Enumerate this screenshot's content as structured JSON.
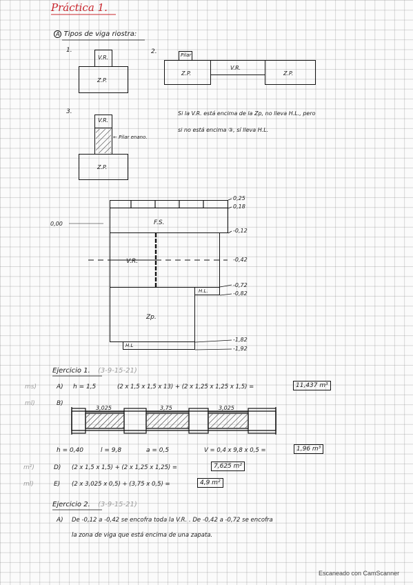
{
  "title": "Práctica 1.",
  "section_a": {
    "heading": "Tipos de viga riostra:",
    "num1": "1.",
    "num2": "2.",
    "num3": "3.",
    "vr": "V.R.",
    "zp": "Z.P.",
    "pilar": "Pilar",
    "pilar_enano": "← Pilar enano.",
    "note_line1": "Si la V.R. está encima de la Zp, no lleva H.L., pero",
    "note_line2": "si no está encima ③, sí lleva H.L."
  },
  "section_diagram": {
    "zero_level": "0,00",
    "fs": "F.S.",
    "vr": "V.R.",
    "hl": "H.L.",
    "zp": "Zp.",
    "hl_bottom": "H.L",
    "levels": [
      "0,25",
      "0,18",
      "-0,12",
      "-0,42",
      "-0,72",
      "-0,82",
      "-1,82",
      "-1,92"
    ]
  },
  "ejercicio1": {
    "heading": "Ejercicio 1.",
    "ref": "(3-9-15-21)",
    "margin_a": "ms)",
    "a_label": "A)",
    "a_h": "h = 1,5",
    "a_expr": "(2 x 1,5 x 1,5 x 13) + (2 x 1,25 x 1,25 x 1,5) =",
    "a_result": "11,437 m³",
    "margin_b": "ml)",
    "b_label": "B)",
    "dim1": "3,025",
    "dim2": "3,75",
    "dim3": "3,025",
    "b_h": "h = 0,40",
    "b_l": "l = 9,8",
    "b_a": "a = 0,5",
    "b_v": "V = 0,4 x 9,8 x 0,5 =",
    "b_result": "1,96 m³",
    "margin_d": "m²)",
    "d_label": "D)",
    "d_expr": "(2 x 1,5 x 1,5) + (2 x 1,25 x 1,25) =",
    "d_result": "7,625 m²",
    "margin_e": "ml)",
    "e_label": "E)",
    "e_expr": "(2 x 3,025 x 0,5) + (3,75 x 0,5) =",
    "e_result": "4,9 m²"
  },
  "ejercicio2": {
    "heading": "Ejercicio 2.",
    "ref": "(3-9-15-21)",
    "a_label": "A)",
    "line1": "De -0,12 a -0,42 se encofra toda la V.R. . De -0,42 a -0,72 se encofra",
    "line2": "la zona de viga que está encima de una zapata."
  },
  "footer": "Escaneado con CamScanner"
}
